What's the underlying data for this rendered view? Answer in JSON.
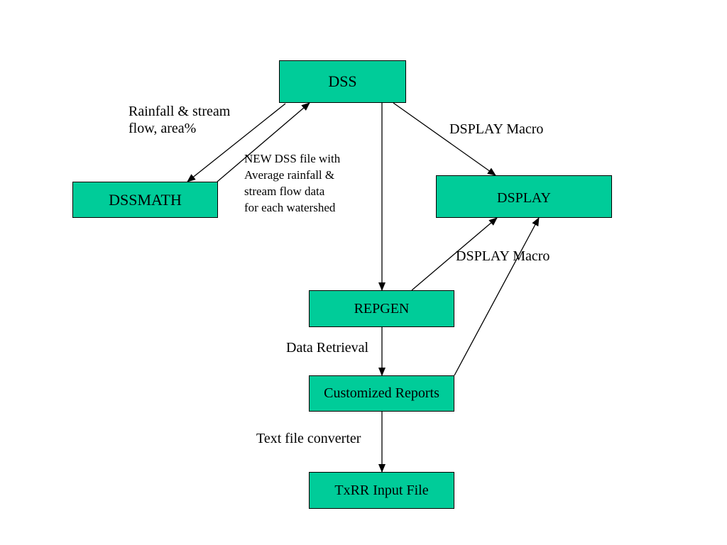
{
  "colors": {
    "node_fill": "#00cc99",
    "stroke": "#000000",
    "background": "#ffffff"
  },
  "nodes": {
    "dss": "DSS",
    "dssmath": "DSSMATH",
    "dsplay": "DSPLAY",
    "repgen": "REPGEN",
    "customized_reports": "Customized Reports",
    "txrr_input_file": "TxRR Input File"
  },
  "labels": {
    "rainfall": [
      "Rainfall & stream",
      "flow, area%"
    ],
    "new_dss": [
      "NEW DSS file with",
      "Average rainfall &",
      "stream flow data",
      "for each watershed"
    ],
    "dsplay_macro_top": "DSPLAY Macro",
    "dsplay_macro_mid": "DSPLAY Macro",
    "data_retrieval": "Data Retrieval",
    "text_converter": "Text file converter"
  }
}
